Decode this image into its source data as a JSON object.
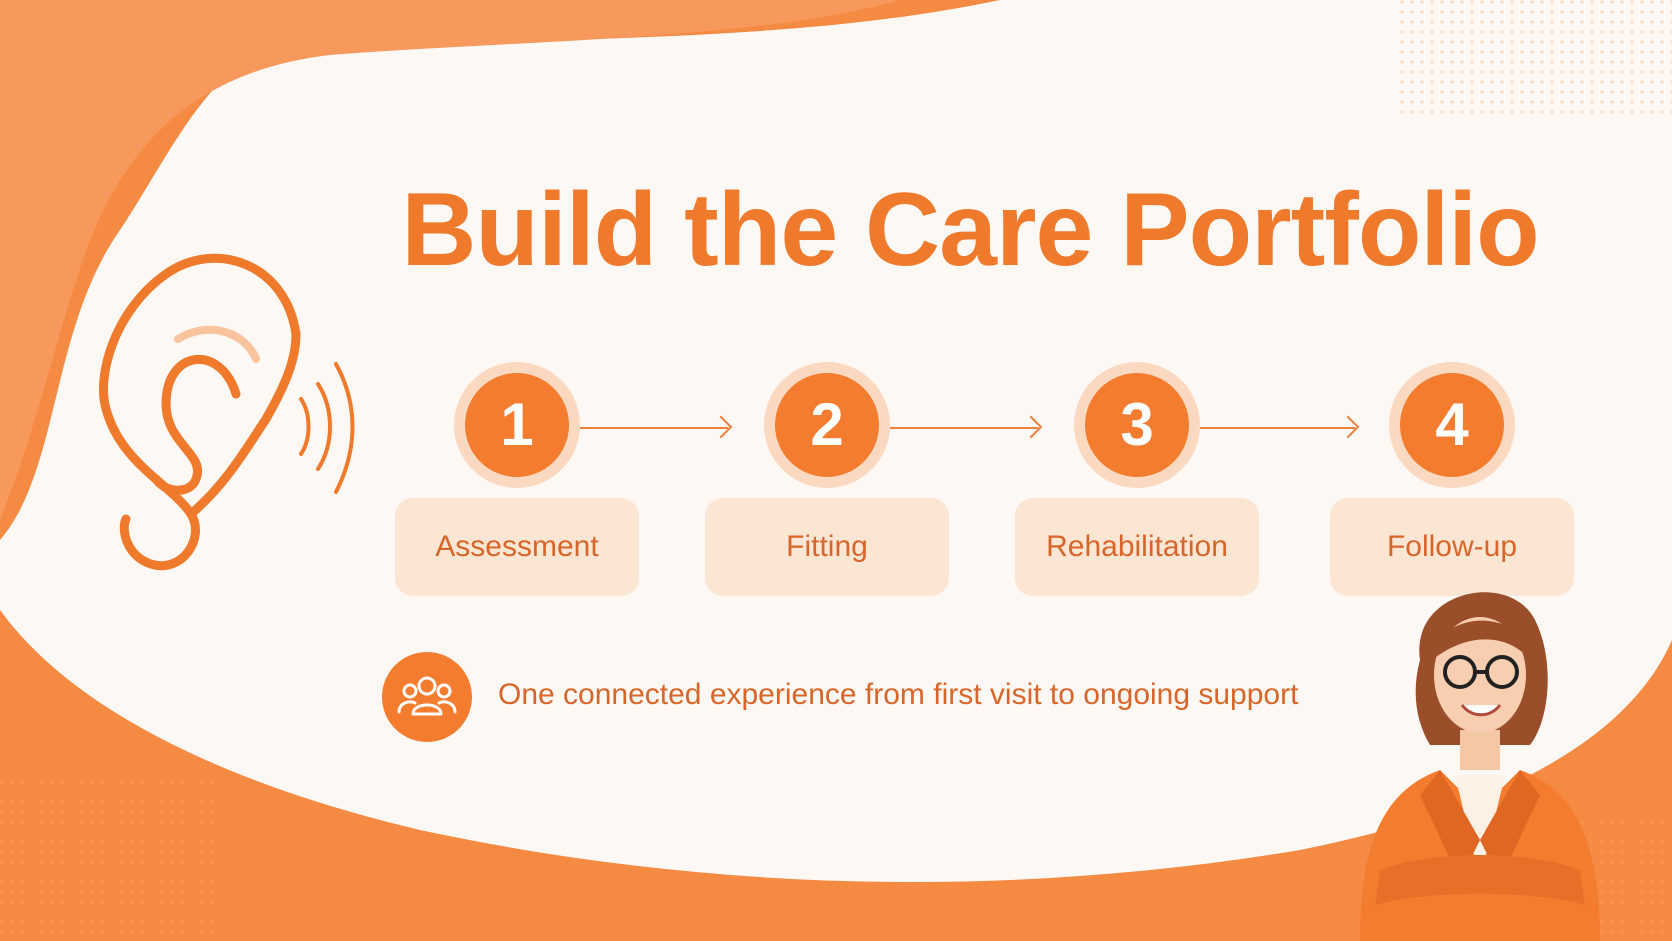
{
  "slide": {
    "title": "Build the Care Portfolio",
    "steps": [
      {
        "number": "1",
        "label": "Assessment"
      },
      {
        "number": "2",
        "label": "Fitting"
      },
      {
        "number": "3",
        "label": "Rehabilitation"
      },
      {
        "number": "4",
        "label": "Follow-up"
      }
    ],
    "tagline": "One connected experience from first visit to ongoing support",
    "icons": [
      "ear-icon",
      "people-icon"
    ],
    "colors": {
      "accent": "#f47c2f",
      "background": "#fdf9f6",
      "soft": "#fbe5d3"
    }
  }
}
